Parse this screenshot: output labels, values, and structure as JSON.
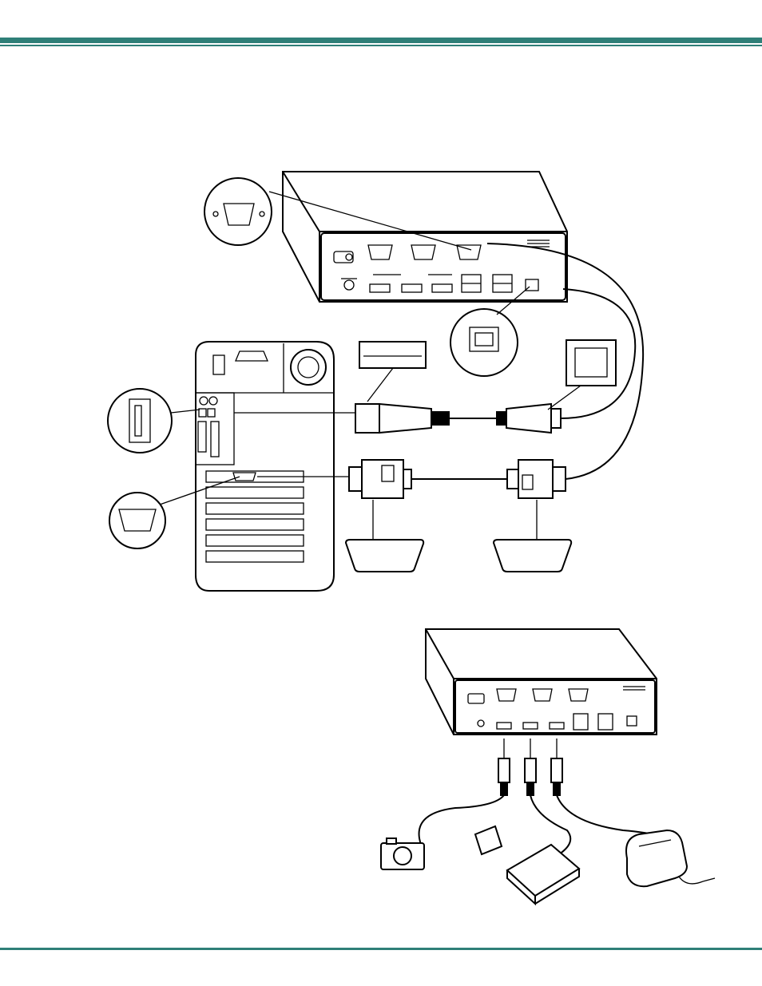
{
  "header": {
    "accent_color": "#2f7f78"
  },
  "footer": {
    "accent_color": "#2f7f78"
  },
  "figure_top": {
    "kvm_unit": {
      "video_ports": 3,
      "usb_ports": 3,
      "dual_usb_stacks": 2
    },
    "computer": {
      "expansion_slots": 6
    },
    "cables": [
      "usb-cable",
      "vga-cable"
    ],
    "detail_callouts": [
      "db15-female",
      "usb-type-b-port",
      "usb-type-a-port",
      "db15-female-computer",
      "usb-a-plug",
      "usb-b-plug",
      "vga-male-plug",
      "vga-female-plug"
    ]
  },
  "figure_bottom": {
    "kvm_unit": {
      "video_ports": 3,
      "usb_ports": 3
    },
    "usb_devices": [
      "camera",
      "external-drive",
      "printer"
    ]
  }
}
